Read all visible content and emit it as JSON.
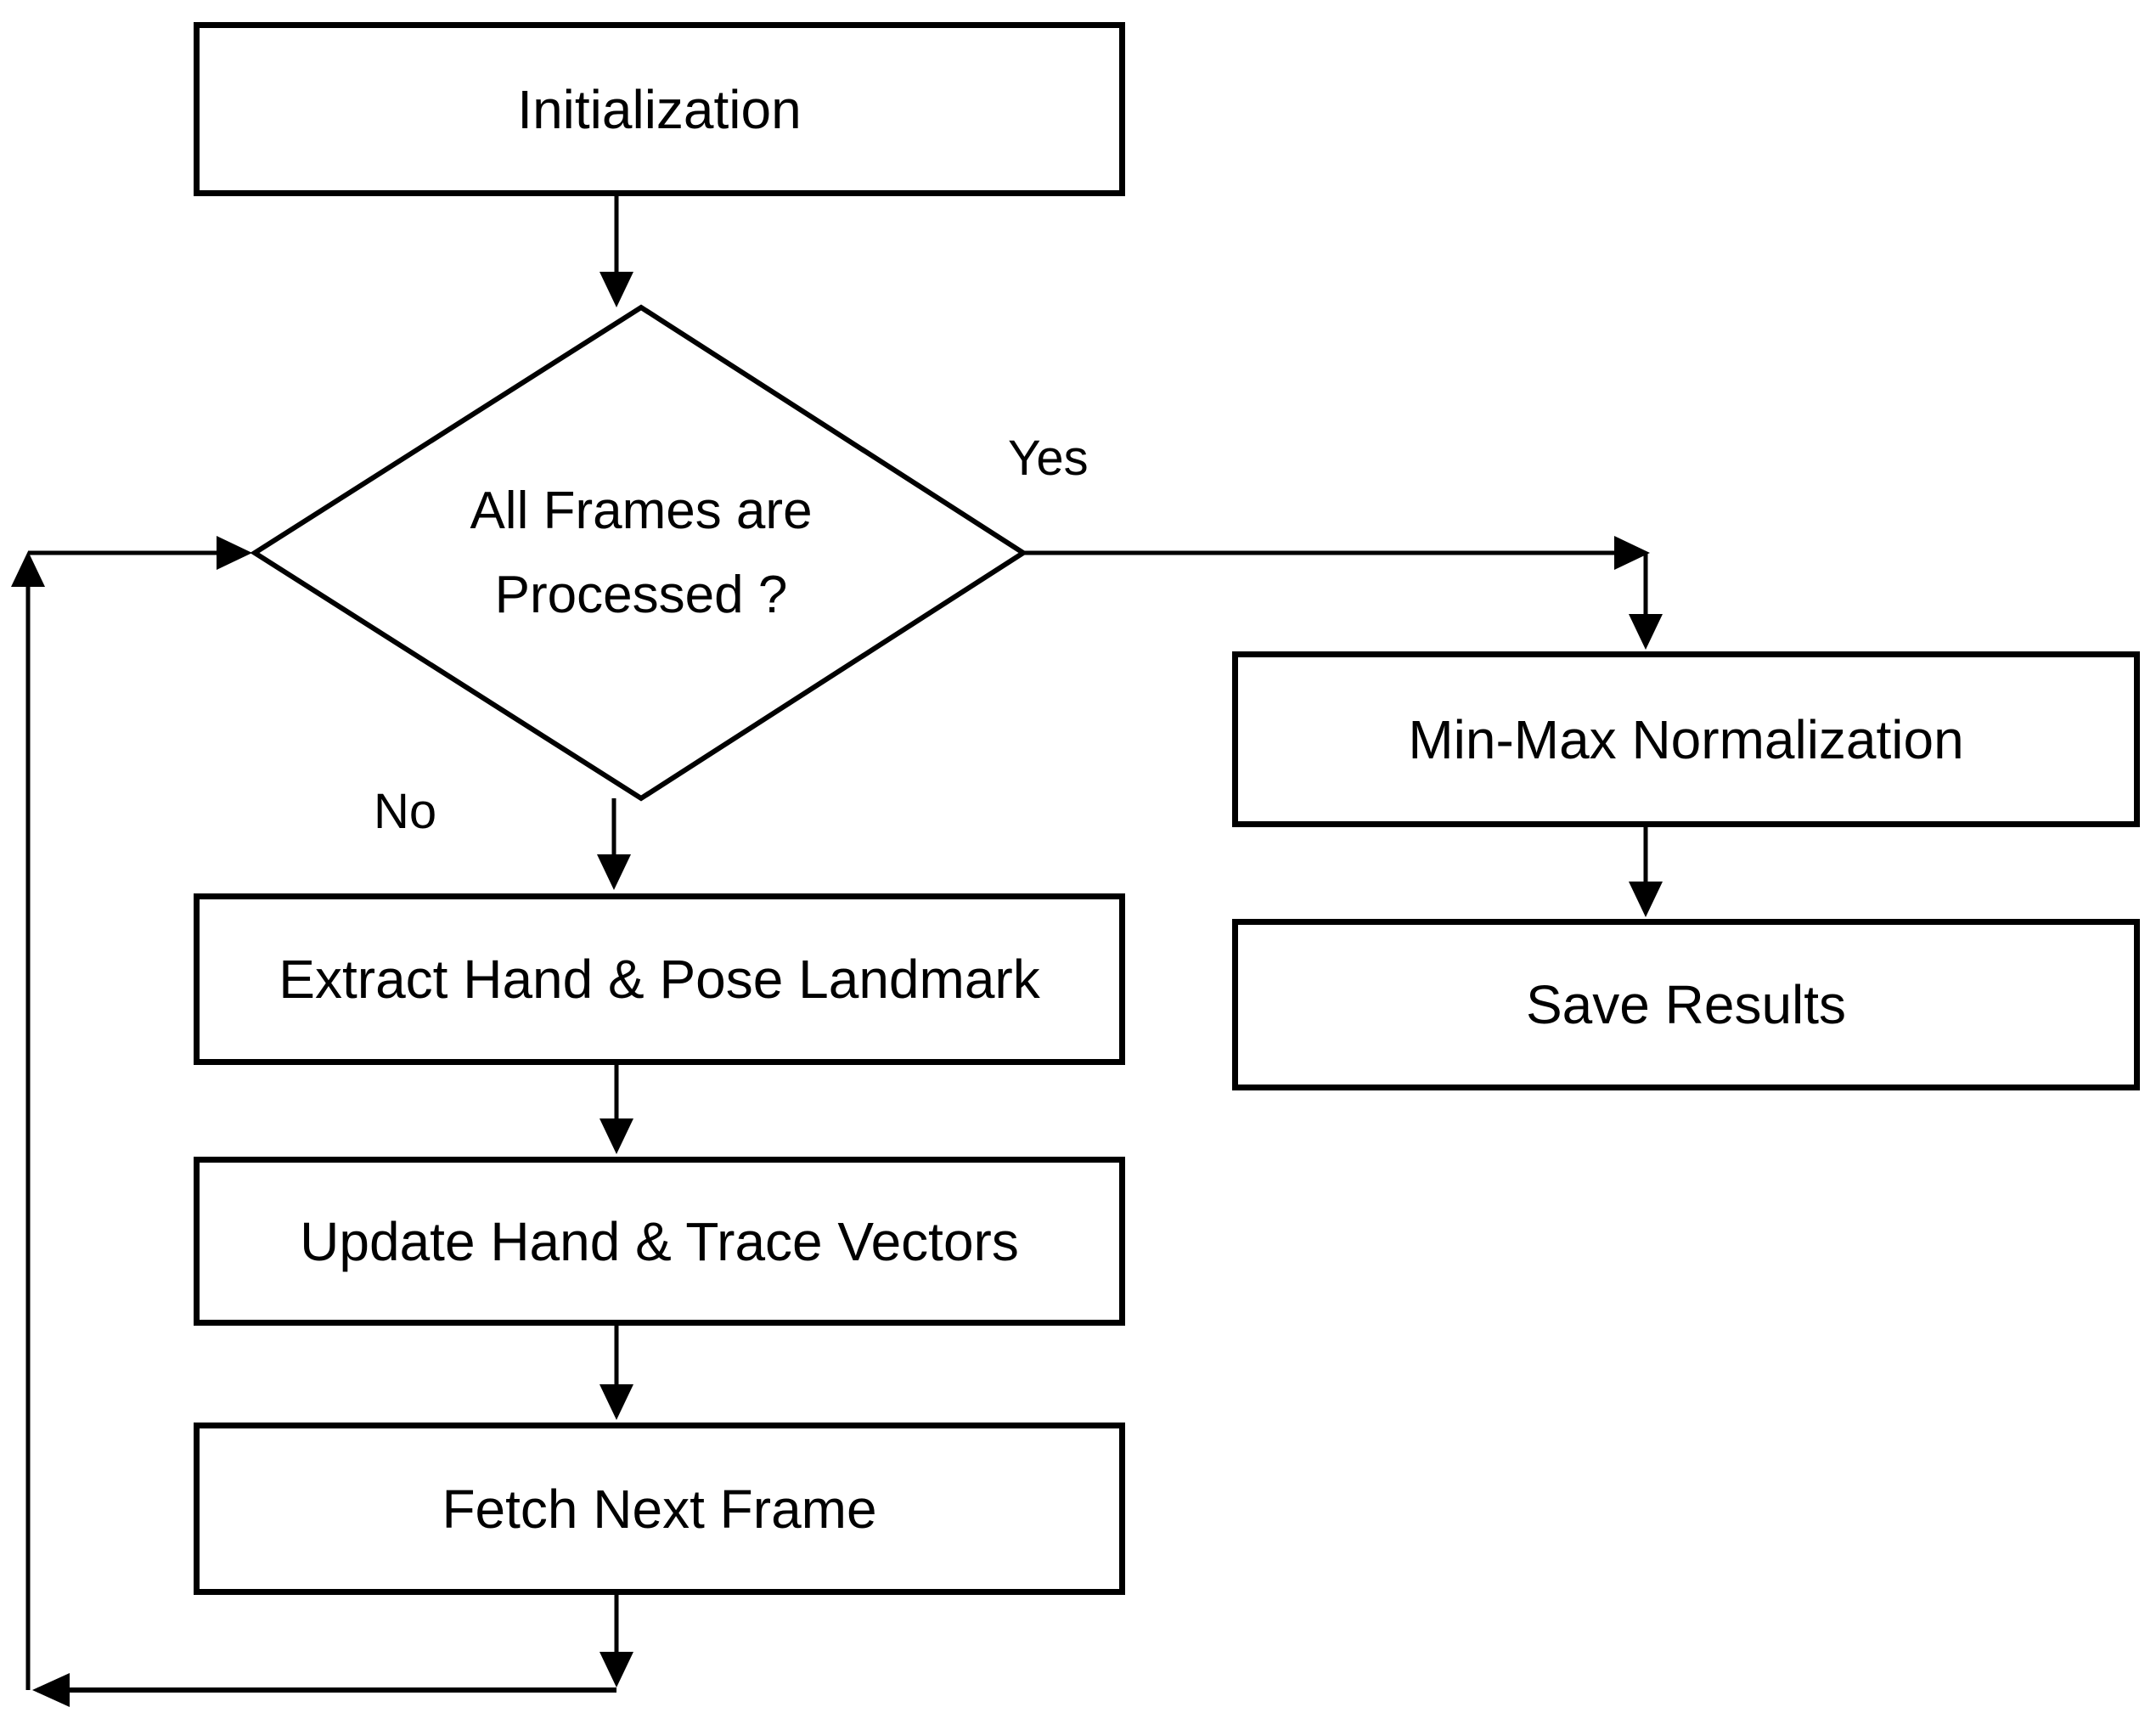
{
  "diagram": {
    "type": "flowchart",
    "nodes": {
      "initialization": {
        "label": "Initialization",
        "shape": "rectangle"
      },
      "decision": {
        "label": "All Frames are Processed ?",
        "label_line1": "All Frames are",
        "label_line2": "Processed ?",
        "shape": "diamond"
      },
      "extract": {
        "label": "Extract Hand & Pose Landmark",
        "shape": "rectangle"
      },
      "update": {
        "label": "Update Hand & Trace Vectors",
        "shape": "rectangle"
      },
      "fetch": {
        "label": "Fetch Next Frame",
        "shape": "rectangle"
      },
      "minmax": {
        "label": "Min-Max Normalization",
        "shape": "rectangle"
      },
      "save": {
        "label": "Save Results",
        "shape": "rectangle"
      }
    },
    "edge_labels": {
      "yes": "Yes",
      "no": "No"
    },
    "edges": [
      {
        "from": "initialization",
        "to": "decision"
      },
      {
        "from": "decision",
        "to": "minmax",
        "label": "Yes"
      },
      {
        "from": "decision",
        "to": "extract",
        "label": "No"
      },
      {
        "from": "extract",
        "to": "update"
      },
      {
        "from": "update",
        "to": "fetch"
      },
      {
        "from": "fetch",
        "to": "decision",
        "via": "bottom-left loop"
      },
      {
        "from": "minmax",
        "to": "save"
      }
    ],
    "colors": {
      "line": "#000000",
      "node_border": "#000000",
      "node_fill": "#ffffff",
      "background": "#ffffff",
      "text": "#000000"
    }
  }
}
